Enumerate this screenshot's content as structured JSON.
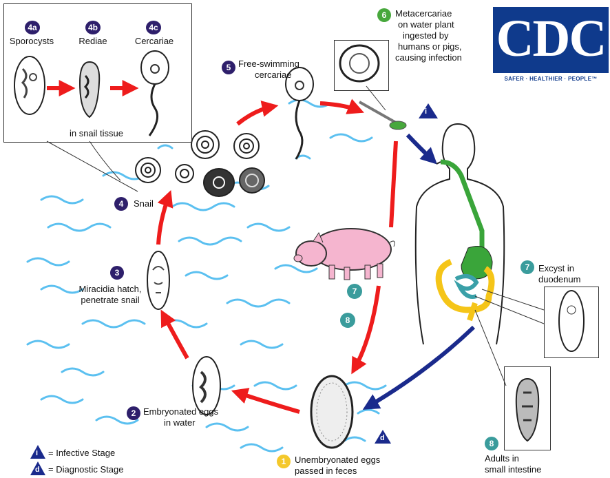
{
  "stages": {
    "s4a": {
      "num": "4a",
      "label": "Sporocysts"
    },
    "s4b": {
      "num": "4b",
      "label": "Rediae"
    },
    "s4c": {
      "num": "4c",
      "label": "Cercariae"
    },
    "inset_caption": "in snail tissue",
    "s5": {
      "num": "5",
      "line1": "Free-swimming",
      "line2": "cercariae"
    },
    "s6": {
      "num": "6",
      "line1": "Metacercariae",
      "line2": "on water plant",
      "line3": "ingested by",
      "line4": "humans or pigs,",
      "line5": "causing infection"
    },
    "s4": {
      "num": "4",
      "label": "Snail"
    },
    "s3": {
      "num": "3",
      "line1": "Miracidia hatch,",
      "line2": "penetrate snail"
    },
    "s2": {
      "num": "2",
      "line1": "Embryonated eggs",
      "line2": "in water"
    },
    "s1": {
      "num": "1",
      "line1": "Unembryonated eggs",
      "line2": "passed in feces"
    },
    "s7": {
      "num": "7",
      "line1": "Excyst in",
      "line2": "duodenum"
    },
    "s8": {
      "num": "8",
      "line1": "Adults in",
      "line2": "small intestine"
    },
    "pig7": "7",
    "pig8": "8"
  },
  "markers": {
    "infective_letter": "i",
    "diagnostic_letter": "d"
  },
  "legend": {
    "infective": "= Infective Stage",
    "diagnostic": "= Diagnostic Stage"
  },
  "logo": {
    "letters": "CDC",
    "tagline": "SAFER · HEALTHIER · PEOPLE™"
  },
  "colors": {
    "cycle_arrow": "#ee1c1c",
    "human_arrow": "#1a2a8c",
    "water": "#5bc0f0",
    "gut_green": "#3aa53a",
    "gut_yellow": "#f5c518",
    "gut_teal": "#3aa0a8",
    "pig_pink": "#f5b5cf",
    "purple": "#2e1f6b",
    "teal": "#3a9c9c"
  }
}
